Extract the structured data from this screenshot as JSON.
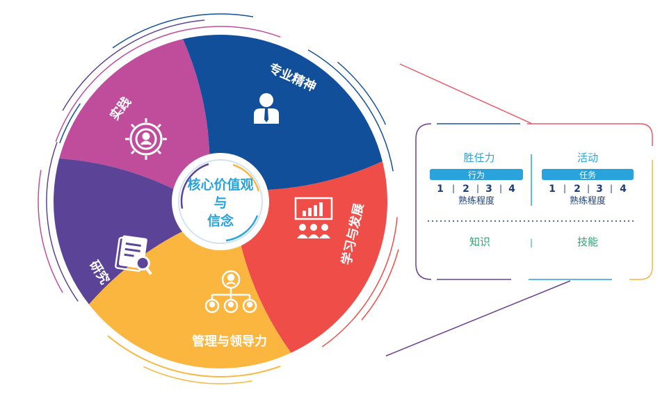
{
  "colors": {
    "practice": "#bf4d9c",
    "professionalism": "#114f9b",
    "learning": "#ee4d48",
    "management": "#fbb63f",
    "research": "#5b4497",
    "accent_blue": "#29a3dc",
    "navy": "#1f3f7a",
    "green": "#2aa672"
  },
  "wheel": {
    "segments": [
      {
        "key": "practice",
        "label": "实践",
        "icon": "gear-person-icon"
      },
      {
        "key": "professionalism",
        "label": "专业精神",
        "icon": "person-suit-icon"
      },
      {
        "key": "learning",
        "label": "学习与发展",
        "icon": "presentation-chart-icon"
      },
      {
        "key": "management",
        "label": "管理与领导力",
        "icon": "org-chart-icon"
      },
      {
        "key": "research",
        "label": "研究",
        "icon": "document-magnifier-icon"
      }
    ],
    "center": {
      "line1": "核心价值观",
      "line2": "与",
      "line3": "信念"
    }
  },
  "panel": {
    "left": {
      "title": "胜任力",
      "bar": "行为",
      "scale": [
        "1",
        "2",
        "3",
        "4"
      ],
      "proficiency": "熟练程度",
      "category": "知识"
    },
    "right": {
      "title": "活动",
      "bar": "任务",
      "scale": [
        "1",
        "2",
        "3",
        "4"
      ],
      "proficiency": "熟练程度",
      "category": "技能"
    }
  }
}
